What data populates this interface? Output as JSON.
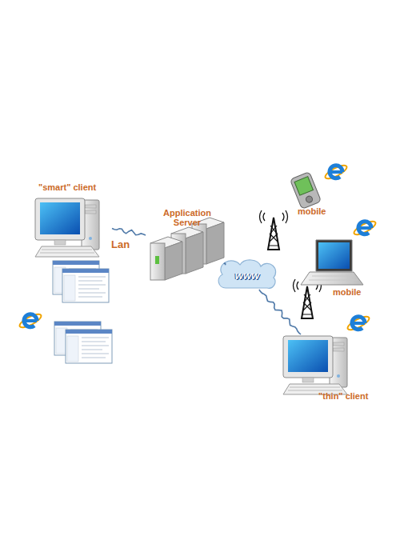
{
  "diagram": {
    "nodes": [
      {
        "text": [
          "\"smart\" client"
        ]
      },
      {
        "text": [
          "Application Server"
        ]
      },
      {
        "text": [
          "www"
        ]
      },
      {
        "text": [
          "mobile"
        ]
      },
      {
        "text": [
          "mobile"
        ]
      },
      {
        "text": [
          "\"thin\" client"
        ]
      }
    ],
    "edges": [
      {
        "from": 0,
        "to": 1,
        "arrow": "none",
        "label": "Lan"
      },
      {
        "from": 1,
        "to": 2,
        "arrow": "none"
      },
      {
        "from": 2,
        "to": 5,
        "arrow": "none"
      }
    ]
  }
}
